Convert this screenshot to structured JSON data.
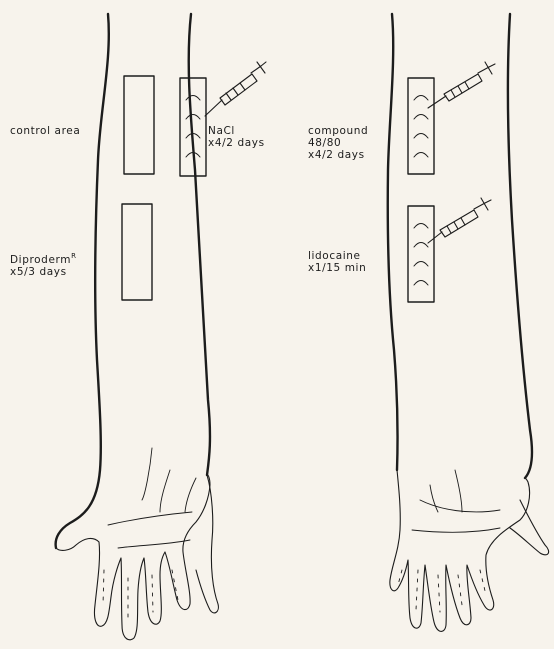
{
  "left_arm": {
    "control_label": "control area",
    "nacl_name": "NaCl",
    "nacl_dose": "x4/2 days",
    "diproderm_name": "Diproderm",
    "diproderm_mark": "R",
    "diproderm_dose": "x5/3 days"
  },
  "right_arm": {
    "compound_name": "compound",
    "compound_id": "48/80",
    "compound_dose": "x4/2 days",
    "lidocaine_name": "lidocaine",
    "lidocaine_dose": "x1/15 min"
  },
  "colors": {
    "ink": "#1c1c1c",
    "paper": "#f7f3ec"
  }
}
